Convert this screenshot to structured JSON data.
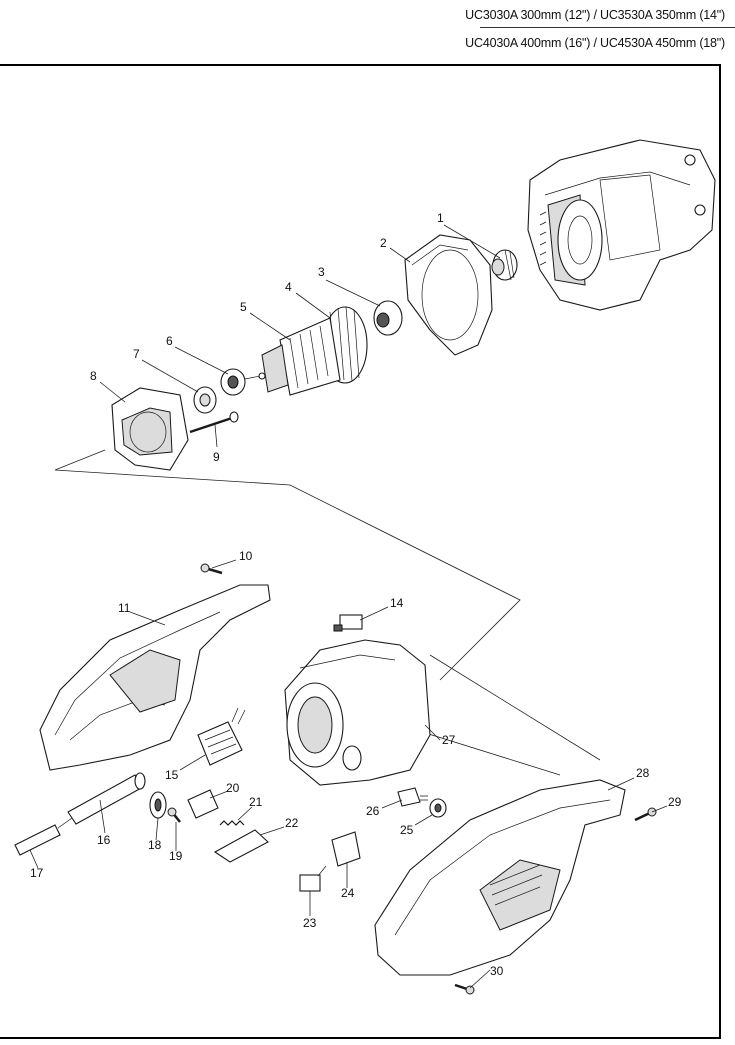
{
  "header": {
    "line1": "UC3030A 300mm (12\") / UC3530A 350mm (14\")",
    "line2": "UC4030A 400mm (16\") / UC4530A 450mm (18\")"
  },
  "callouts": [
    "1",
    "2",
    "3",
    "4",
    "5",
    "6",
    "7",
    "8",
    "9",
    "10",
    "11",
    "14",
    "15",
    "16",
    "17",
    "18",
    "19",
    "20",
    "21",
    "22",
    "23",
    "24",
    "25",
    "26",
    "27",
    "28",
    "29",
    "30"
  ]
}
